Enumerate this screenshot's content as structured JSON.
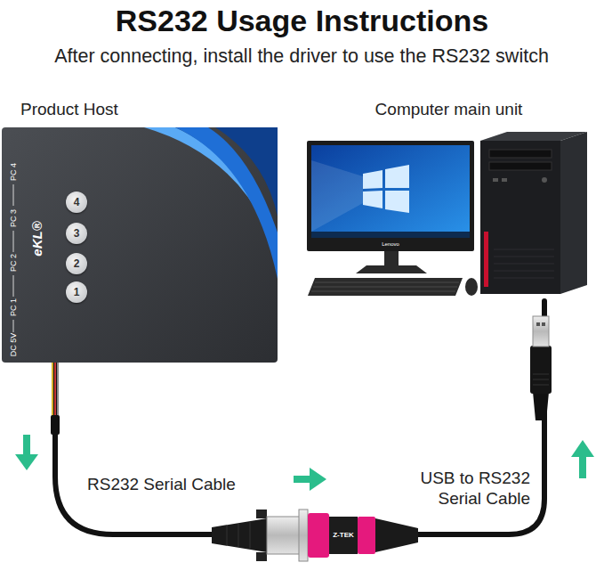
{
  "diagram": {
    "title": "RS232 Usage Instructions",
    "nodes": [
      {
        "text": [
          "Product Host"
        ]
      },
      {
        "text": [
          "1"
        ],
        "in": 0
      },
      {
        "text": [
          "2"
        ],
        "in": 0
      },
      {
        "text": [
          "3"
        ],
        "in": 0
      },
      {
        "text": [
          "4"
        ],
        "in": 0
      },
      {
        "text": [
          "Computer main unit"
        ]
      }
    ],
    "edges": [
      {
        "from": 0,
        "to": 5,
        "arrow": "none"
      }
    ],
    "labels": [
      "After connecting, install the driver to use the RS232 switch",
      "PC 1",
      "PC 2",
      "PC 3",
      "PC 4",
      "DC 5V",
      "eKL®",
      "Lenovo",
      "RS232 Serial Cable",
      "USB to RS232 Serial Cable",
      "Z-TEK"
    ]
  }
}
